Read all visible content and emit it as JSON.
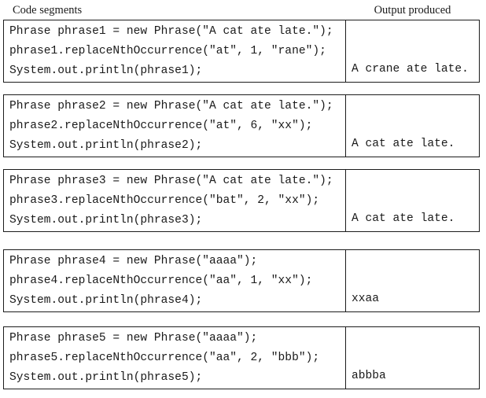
{
  "header": {
    "code_col_label": "Code segments",
    "output_col_label": "Output produced"
  },
  "rows": [
    {
      "code_lines": [
        "Phrase phrase1 = new Phrase(\"A cat ate late.\");",
        "phrase1.replaceNthOccurrence(\"at\", 1, \"rane\");",
        "System.out.println(phrase1);"
      ],
      "output": "A crane ate late."
    },
    {
      "code_lines": [
        "Phrase phrase2 = new Phrase(\"A cat ate late.\");",
        "phrase2.replaceNthOccurrence(\"at\", 6, \"xx\");",
        "System.out.println(phrase2);"
      ],
      "output": "A cat ate late."
    },
    {
      "code_lines": [
        "Phrase phrase3 = new Phrase(\"A cat ate late.\");",
        "phrase3.replaceNthOccurrence(\"bat\", 2, \"xx\");",
        "System.out.println(phrase3);"
      ],
      "output": "A cat ate late."
    },
    {
      "code_lines": [
        "Phrase phrase4 = new Phrase(\"aaaa\");",
        "phrase4.replaceNthOccurrence(\"aa\", 1, \"xx\");",
        "System.out.println(phrase4);"
      ],
      "output": "xxaa"
    },
    {
      "code_lines": [
        "Phrase phrase5 = new Phrase(\"aaaa\");",
        "phrase5.replaceNthOccurrence(\"aa\", 2, \"bbb\");",
        "System.out.println(phrase5);"
      ],
      "output": "abbba"
    }
  ],
  "colors": {
    "border": "#1c1c1c",
    "text": "#1a1a1a",
    "background": "#ffffff"
  }
}
